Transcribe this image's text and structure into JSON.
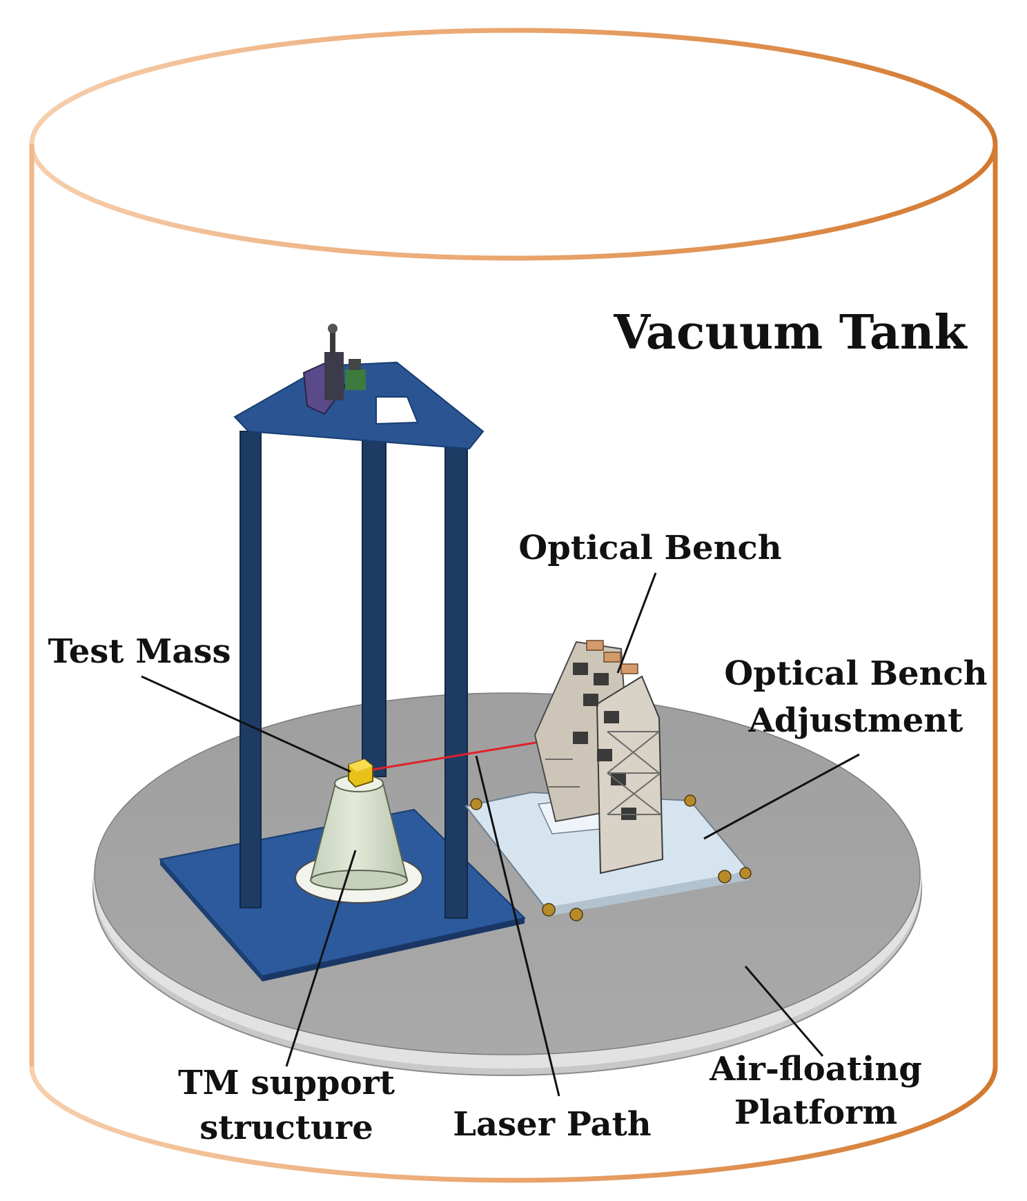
{
  "labels": {
    "vacuum_tank": "Vacuum Tank",
    "optical_bench": "Optical Bench",
    "test_mass": "Test Mass",
    "optical_bench_adjustment_line1": "Optical Bench",
    "optical_bench_adjustment_line2": "Adjustment",
    "tm_support_line1": "TM support",
    "tm_support_line2": "structure",
    "laser_path": "Laser Path",
    "air_floating_line1": "Air-floating",
    "air_floating_line2": "Platform"
  },
  "colors": {
    "tank_outline_light": "#f4c39a",
    "tank_outline_dark": "#d9803a",
    "platform_top": "#a6a6a6",
    "platform_edge": "#d4d4d4",
    "frame_blue": "#1c3a66",
    "base_plate_blue": "#2c5a9c",
    "support_cone": "#dde5d2",
    "test_mass": "#e8c21a",
    "laser": "#e0202a",
    "bench_plate": "#d6e4ef",
    "bench_frame": "#c9c2b8",
    "label_text": "#111111",
    "leader_line": "#111111"
  }
}
